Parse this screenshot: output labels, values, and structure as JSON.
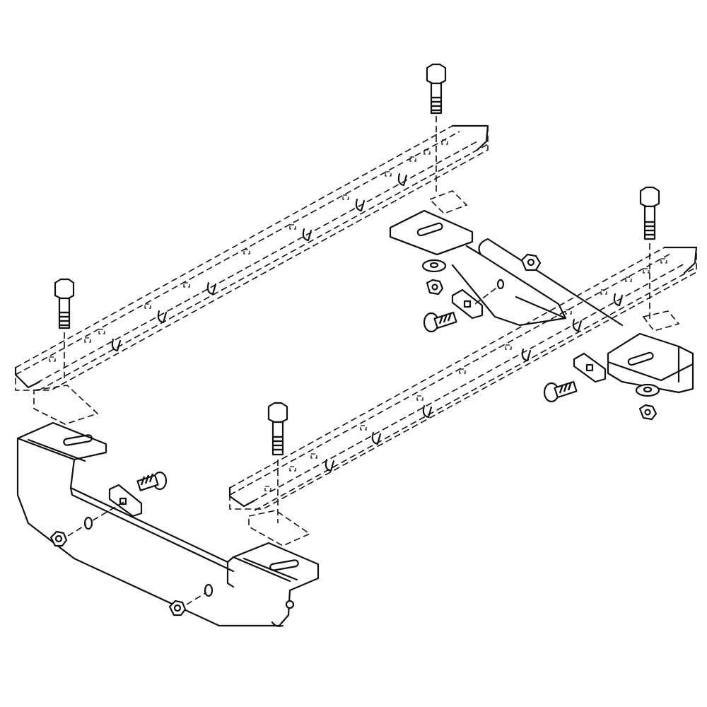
{
  "diagram": {
    "type": "exploded-assembly",
    "colors": {
      "line": "#111111",
      "background": "#ffffff"
    },
    "parts": [
      "rail-left",
      "rail-right",
      "front-crossmember-bracket",
      "rear-crossmember-bracket",
      "hex-head-bolt",
      "carriage-bolt",
      "square-spacer-block",
      "hex-nut",
      "flat-washer",
      "lock-nut",
      "mounting-foot"
    ],
    "counts": {
      "hex_head_bolts": 4,
      "carriage_bolts": 3,
      "spacer_blocks": 3,
      "hex_nuts": 4
    }
  }
}
